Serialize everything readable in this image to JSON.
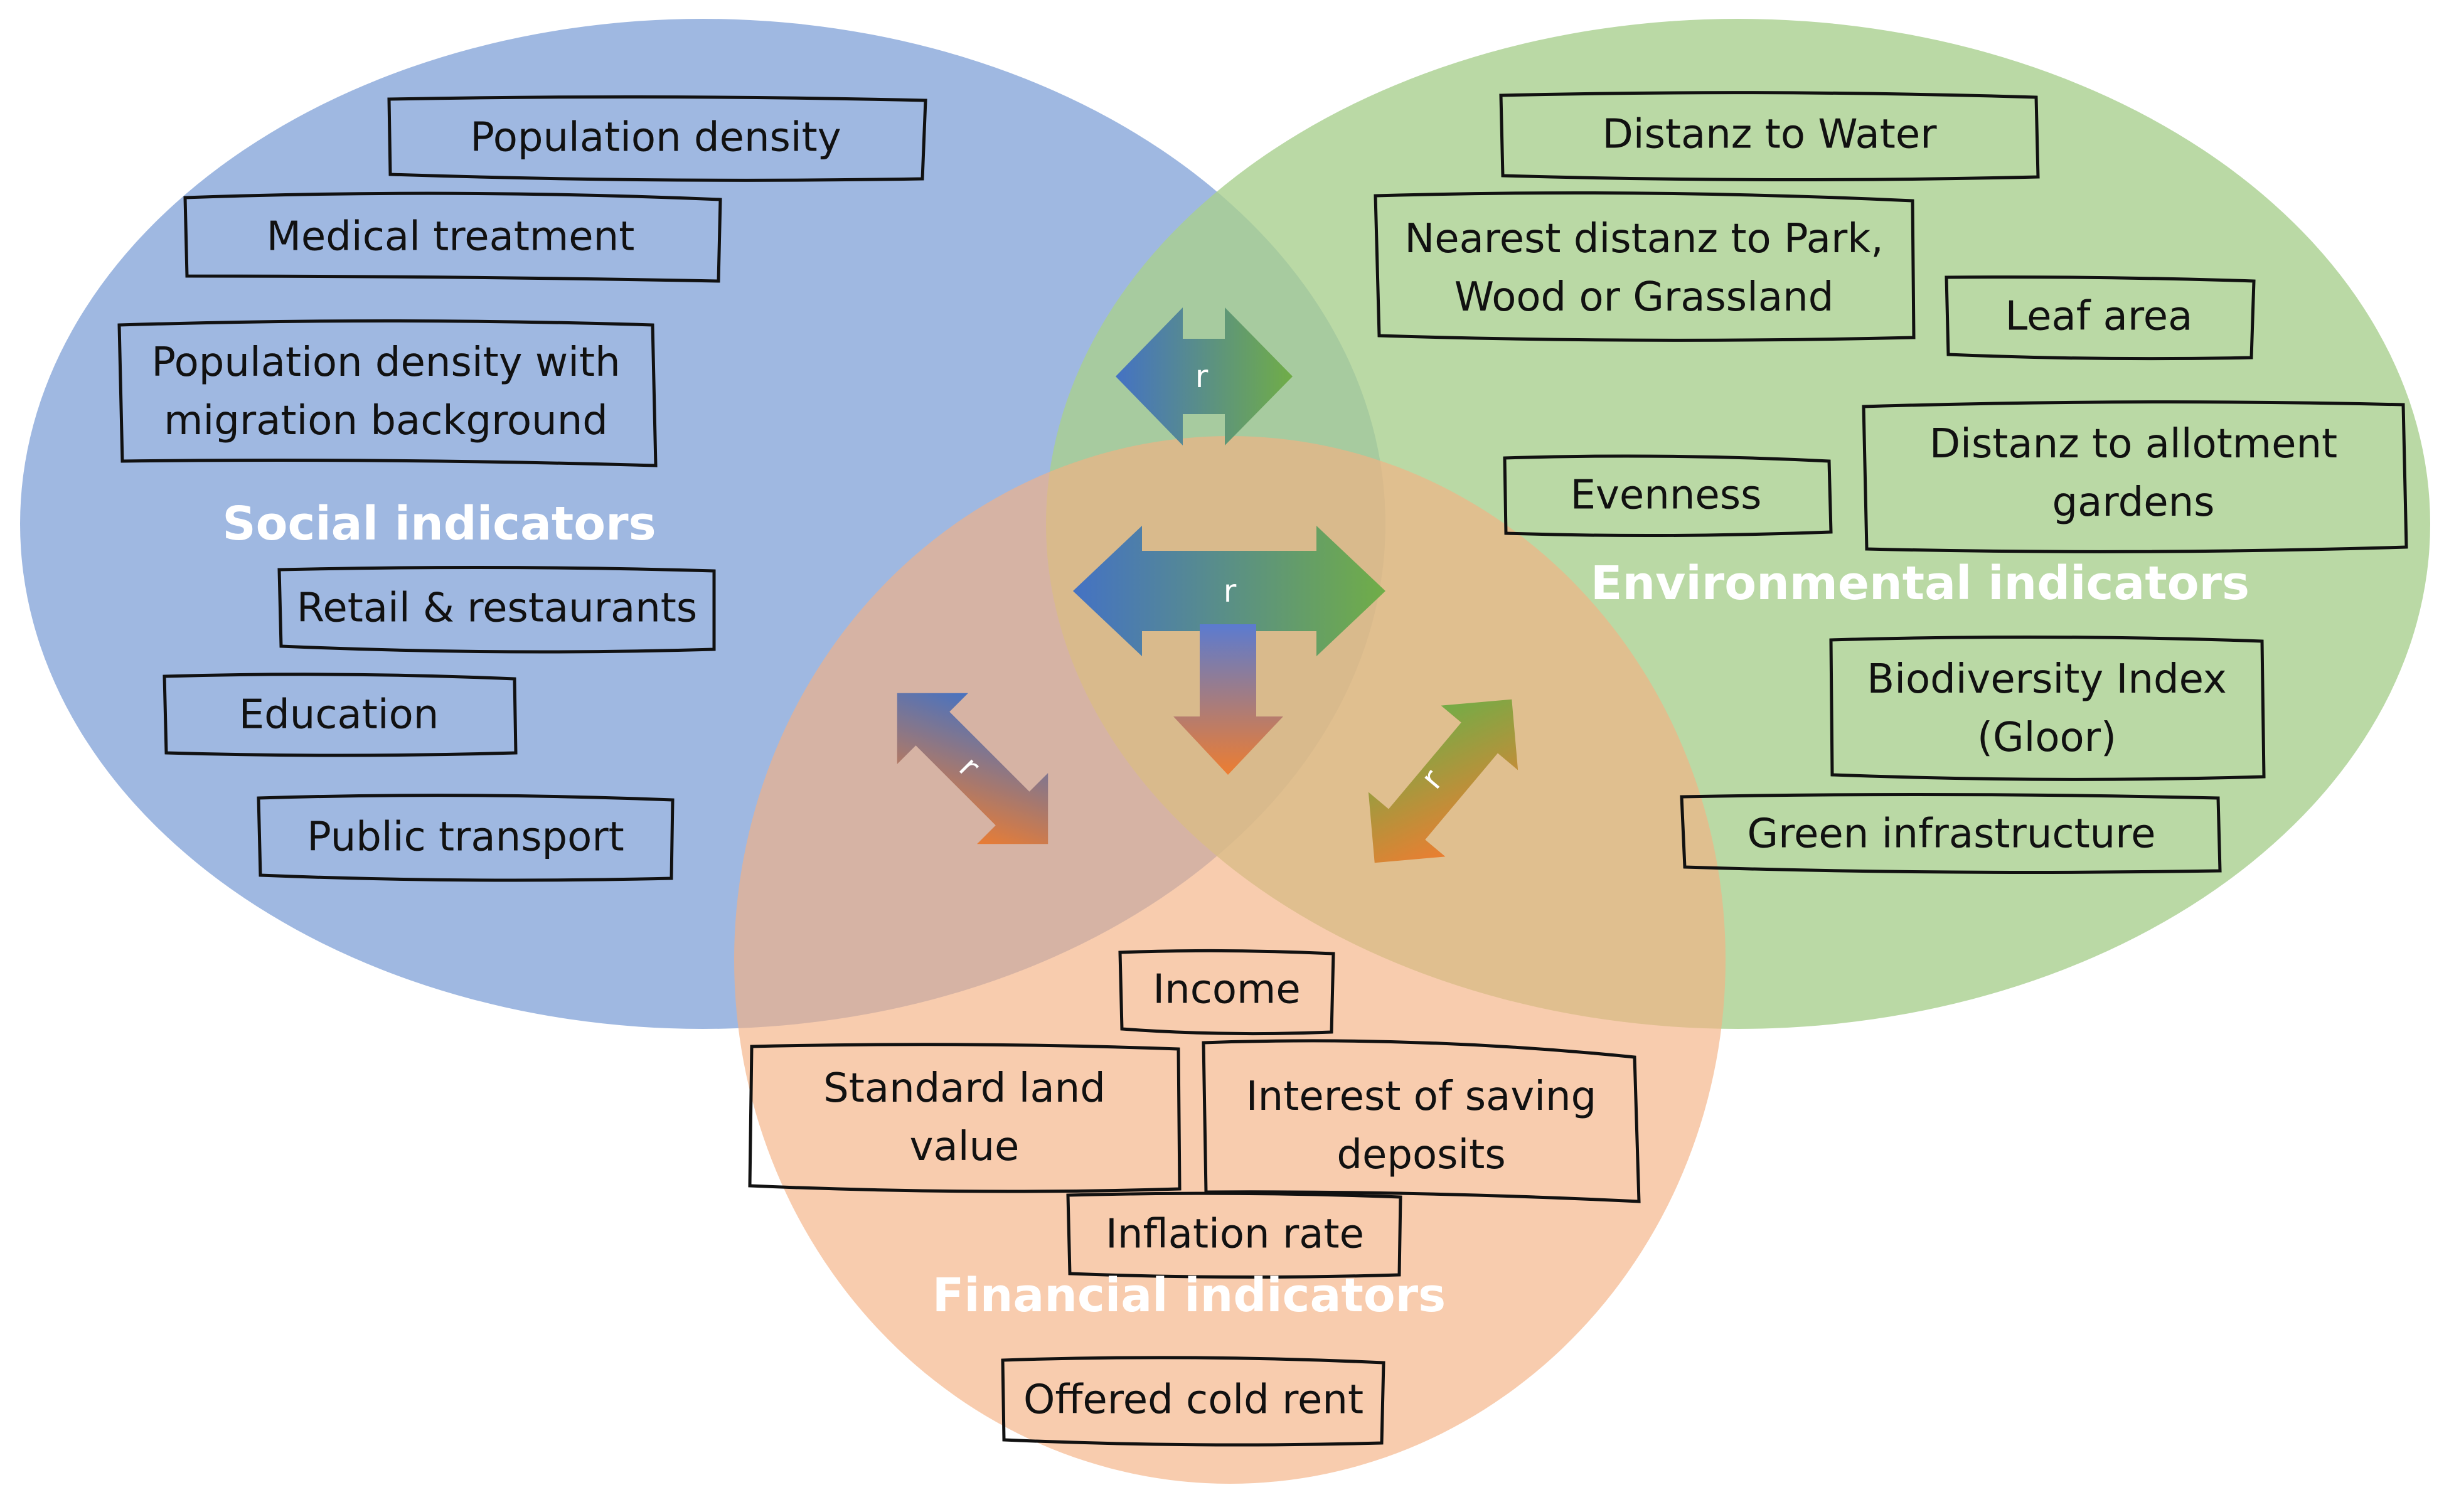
{
  "colors": {
    "social": "#8EACDC",
    "environmental": "#A9D08E",
    "financial": "#F4B183",
    "arrow_blue": "#4472C4",
    "arrow_green": "#70AD47",
    "arrow_orange": "#ED7D31"
  },
  "social": {
    "title": "Social indicators",
    "items": {
      "pop_density": "Population density",
      "medical": "Medical treatment",
      "migration_1": "Population density with",
      "migration_2": "migration background",
      "retail": "Retail & restaurants",
      "education": "Education",
      "transport": "Public transport"
    }
  },
  "environmental": {
    "title": "Environmental indicators",
    "items": {
      "water": "Distanz to Water",
      "park_1": "Nearest distanz to Park,",
      "park_2": "Wood or Grassland",
      "leaf": "Leaf area",
      "evenness": "Evenness",
      "allot_1": "Distanz to allotment",
      "allot_2": "gardens",
      "bio_1": "Biodiversity Index",
      "bio_2": "(Gloor)",
      "green": "Green infrastructure"
    }
  },
  "financial": {
    "title": "Financial indicators",
    "items": {
      "income": "Income",
      "land_1": "Standard land",
      "land_2": "value",
      "interest_1": "Interest of saving",
      "interest_2": "deposits",
      "inflation": "Inflation rate",
      "rent": "Offered cold rent"
    }
  },
  "arrows": {
    "top_label": "r",
    "center_label": "r",
    "left_label": "r",
    "right_label": "r"
  }
}
